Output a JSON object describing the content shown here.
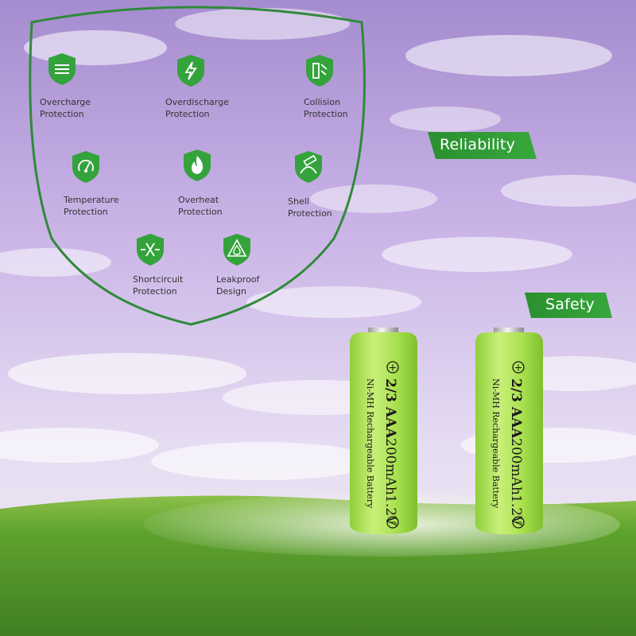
{
  "colors": {
    "sky_top": "#a890d0",
    "sky_mid": "#d8c6ec",
    "grass": "#4f9a2a",
    "accent_green": "#2e9a35",
    "shield_stroke": "#2f8a3a",
    "battery_green": "#b5e55c"
  },
  "shield": {
    "features": [
      {
        "icon": "lines-icon",
        "line1": "Overcharge",
        "line2": "Protection"
      },
      {
        "icon": "lightning-icon",
        "line1": "Overdischarge",
        "line2": "Protection"
      },
      {
        "icon": "collision-icon",
        "line1": "Collision",
        "line2": "Protection"
      },
      {
        "icon": "thermometer-icon",
        "line1": "Temperature",
        "line2": "Protection"
      },
      {
        "icon": "flame-icon",
        "line1": "Overheat",
        "line2": "Protection"
      },
      {
        "icon": "shell-icon",
        "line1": "Shell",
        "line2": "Protection"
      },
      {
        "icon": "short-circuit-icon",
        "line1": "Shortcircuit",
        "line2": "Protection"
      },
      {
        "icon": "leak-drop-icon",
        "line1": "Leakproof",
        "line2": "Design"
      }
    ]
  },
  "tags": {
    "reliability": "Reliability",
    "safety": "Safety"
  },
  "battery": {
    "plus": "+",
    "minus": "−",
    "model": "2/3 AAA",
    "capacity": "200mAh",
    "voltage": "1.2V",
    "type": "Ni-MH Rechargeable Battery"
  }
}
